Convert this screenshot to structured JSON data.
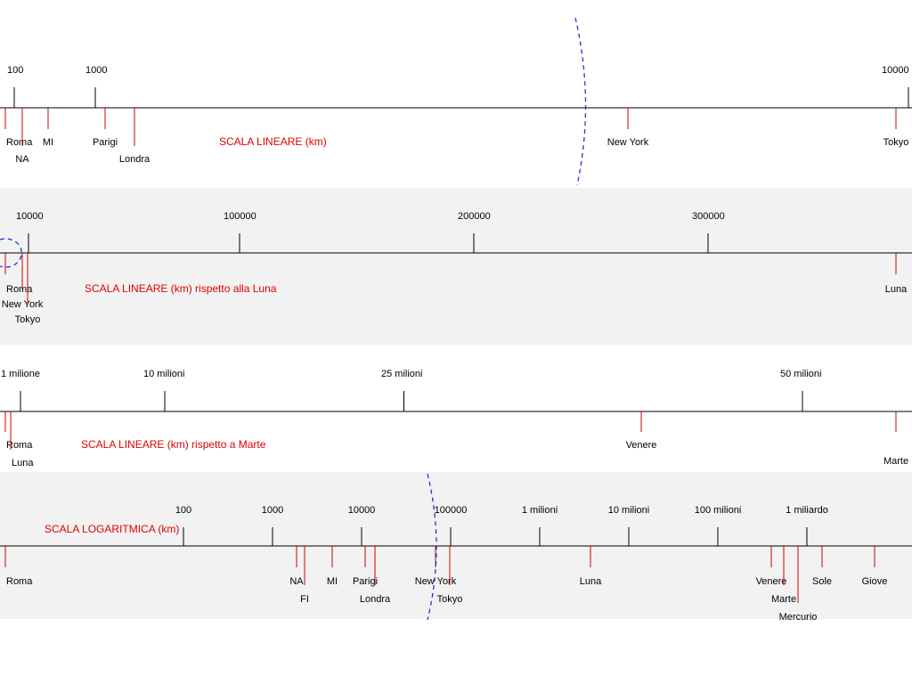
{
  "colors": {
    "axis": "#000000",
    "place_tick": "#d00000",
    "title": "#e00000",
    "dashed_marker": "#2233dd",
    "shaded_band": "#f2f2f2"
  },
  "scales": [
    {
      "id": "linear-earth",
      "title": "SCALA LINEARE (km)",
      "shaded": false,
      "scale_labels": [
        {
          "label": "100",
          "value": 100
        },
        {
          "label": "1000",
          "value": 1000
        },
        {
          "label": "10000",
          "value": 10000
        }
      ],
      "places": [
        {
          "name": "Roma",
          "km": 0
        },
        {
          "name": "NA",
          "km": 190
        },
        {
          "name": "MI",
          "km": 480
        },
        {
          "name": "Parigi",
          "km": 1100
        },
        {
          "name": "Londra",
          "km": 1430
        },
        {
          "name": "New York",
          "km": 6900
        },
        {
          "name": "Tokyo",
          "km": 9900
        }
      ]
    },
    {
      "id": "linear-moon",
      "title": "SCALA LINEARE (km) rispetto alla Luna",
      "shaded": true,
      "scale_labels": [
        {
          "label": "10000",
          "value": 10000
        },
        {
          "label": "100000",
          "value": 100000
        },
        {
          "label": "200000",
          "value": 200000
        },
        {
          "label": "300000",
          "value": 300000
        }
      ],
      "places": [
        {
          "name": "Roma",
          "km": 0
        },
        {
          "name": "New York",
          "km": 6900
        },
        {
          "name": "Tokyo",
          "km": 9900
        },
        {
          "name": "Luna",
          "km": 384400
        }
      ]
    },
    {
      "id": "linear-mars",
      "title": "SCALA LINEARE (km) rispetto a Marte",
      "shaded": false,
      "scale_labels": [
        {
          "label": "1 milione",
          "value": 1000000
        },
        {
          "label": "10 milioni",
          "value": 10000000
        },
        {
          "label": "25 milioni",
          "value": 25000000
        },
        {
          "label": "50 milioni",
          "value": 50000000
        }
      ],
      "places": [
        {
          "name": "Roma",
          "km": 0
        },
        {
          "name": "Luna",
          "km": 384400
        },
        {
          "name": "Venere",
          "km": 38000000
        },
        {
          "name": "Marte",
          "km": 54600000
        }
      ]
    },
    {
      "id": "log",
      "title": "SCALA LOGARITMICA (km)",
      "shaded": true,
      "scale_labels": [
        {
          "label": "100",
          "value": 100
        },
        {
          "label": "1000",
          "value": 1000
        },
        {
          "label": "10000",
          "value": 10000
        },
        {
          "label": "100000",
          "value": 100000
        },
        {
          "label": "1 milioni",
          "value": 1000000
        },
        {
          "label": "10 milioni",
          "value": 10000000
        },
        {
          "label": "100 milioni",
          "value": 100000000
        },
        {
          "label": "1 miliardo",
          "value": 1000000000
        }
      ],
      "places": [
        {
          "name": "Roma",
          "km": 1
        },
        {
          "name": "NA",
          "km": 190
        },
        {
          "name": "FI",
          "km": 230
        },
        {
          "name": "MI",
          "km": 480
        },
        {
          "name": "Parigi",
          "km": 1100
        },
        {
          "name": "Londra",
          "km": 1430
        },
        {
          "name": "New York",
          "km": 6900
        },
        {
          "name": "Tokyo",
          "km": 9900
        },
        {
          "name": "Luna",
          "km": 384400
        },
        {
          "name": "Venere",
          "km": 38000000
        },
        {
          "name": "Marte",
          "km": 54600000
        },
        {
          "name": "Mercurio",
          "km": 77000000
        },
        {
          "name": "Sole",
          "km": 150000000
        },
        {
          "name": "Giove",
          "km": 590000000
        }
      ]
    }
  ]
}
